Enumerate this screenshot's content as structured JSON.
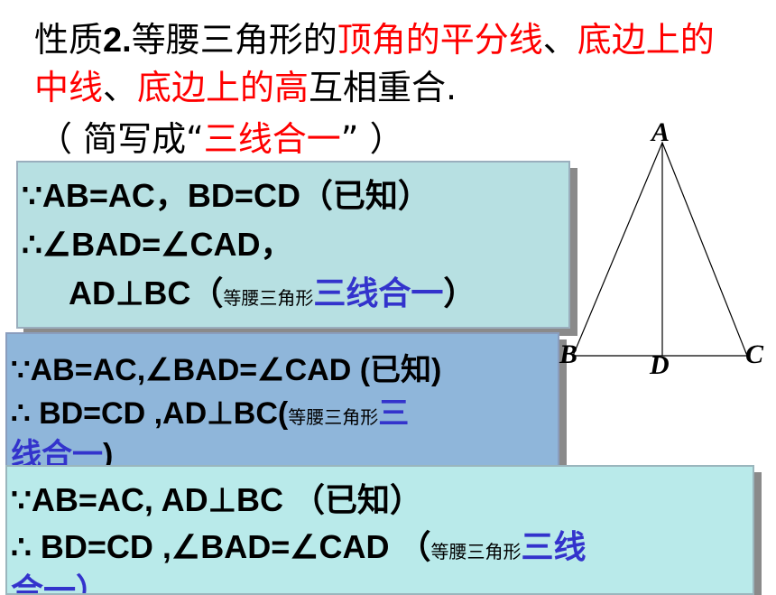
{
  "title": {
    "p1": "性质",
    "p2": "2.",
    "p3": "等腰三角形的",
    "p4": "顶角的平分线",
    "p5": "、",
    "p6": "底边上的中线",
    "p7": "、",
    "p8": "底边上的高",
    "p9": "互相重合."
  },
  "subtitle": {
    "open": "（ 简写成“",
    "key": "三线合一",
    "close": "” ）"
  },
  "box1": {
    "line1": "∵AB=AC，BD=CD（已知）",
    "line2": "∴∠BAD=∠CAD，",
    "line3a": "AD⊥BC（",
    "line3b": "等腰三角形",
    "line3c": "三线合一",
    "line3d": "）"
  },
  "box2": {
    "line1": "∵AB=AC,∠BAD=∠CAD (已知)",
    "line2a": "∴ BD=CD ,AD⊥BC(",
    "line2b": "等腰三角形",
    "line2c": "三",
    "line3a": "线合一",
    "line3b": ")"
  },
  "box3": {
    "line1": "∵AB=AC, AD⊥BC （已知）",
    "line2a": "∴ BD=CD ,∠BAD=∠CAD （",
    "line2b": "等腰三角形",
    "line2c": "三线",
    "line3": "合一）"
  },
  "triangle": {
    "labels": {
      "A": "A",
      "B": "B",
      "C": "C",
      "D": "D"
    }
  }
}
